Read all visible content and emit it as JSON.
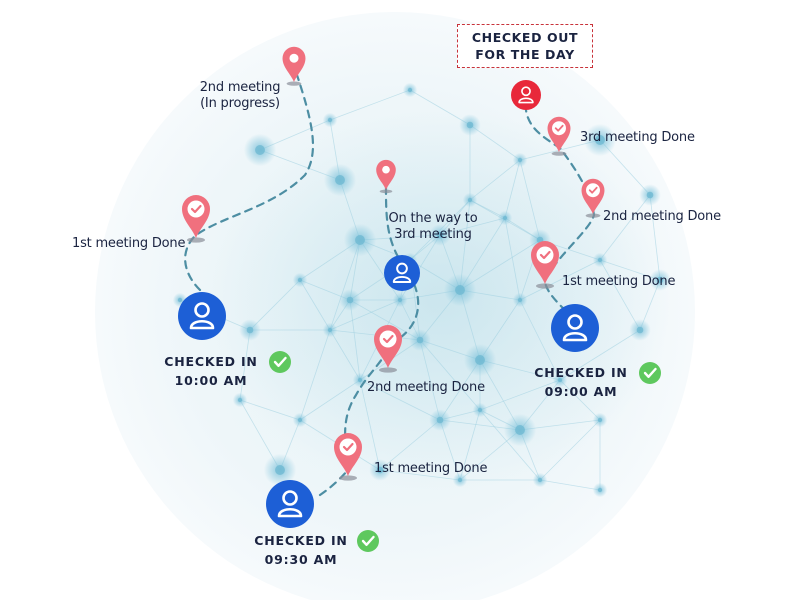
{
  "colors": {
    "user_blue": "#1d5fd6",
    "pin_pink": "#f0707e",
    "checked_out_red": "#e8283a",
    "check_green": "#5ec85e",
    "path_teal": "#4d8ea3",
    "text_dark": "#1a2340"
  },
  "checkout_label": {
    "line1": "CHECKED OUT",
    "line2": "FOR THE DAY"
  },
  "left_route": {
    "checkin_line1": "CHECKED IN",
    "checkin_line2": "10:00 AM",
    "stop1": "1st meeting Done",
    "stop2_line1": "2nd meeting",
    "stop2_line2": "(In progress)"
  },
  "center_route": {
    "checkin_line1": "CHECKED IN",
    "checkin_line2": "09:30 AM",
    "stop1": "1st meeting Done",
    "stop2": "2nd meeting Done",
    "onway_line1": "On the way to",
    "onway_line2": "3rd meeting"
  },
  "right_route": {
    "checkin_line1": "CHECKED IN",
    "checkin_line2": "09:00 AM",
    "stop1": "1st meeting Done",
    "stop2": "2nd meeting Done",
    "stop3": "3rd meeting Done"
  }
}
